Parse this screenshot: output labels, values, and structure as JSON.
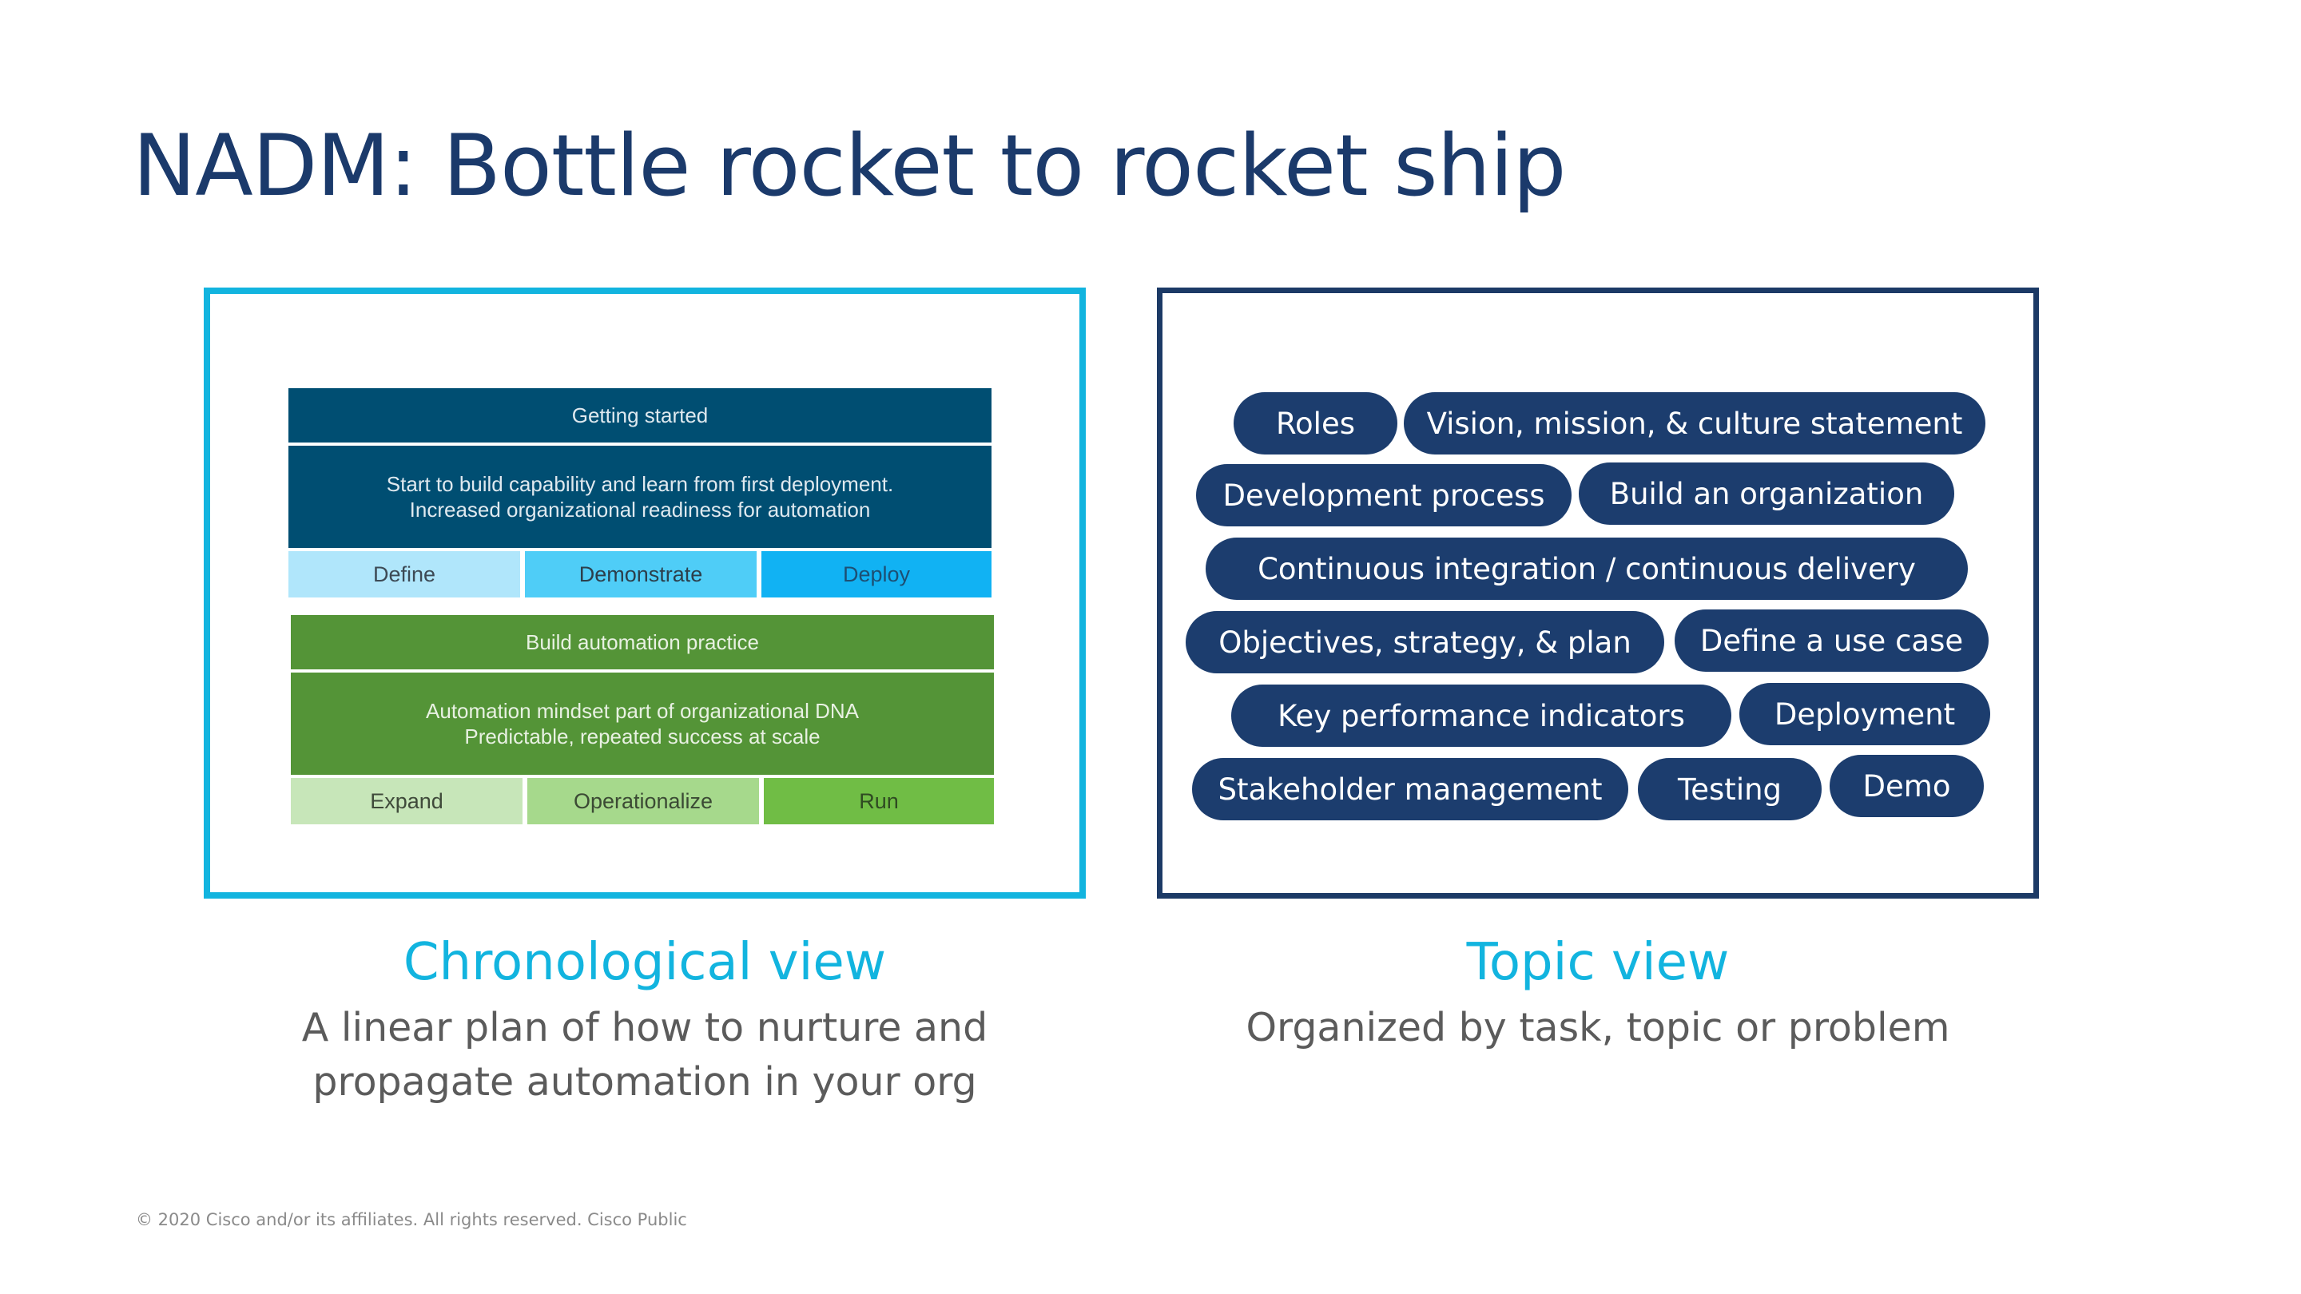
{
  "slide": {
    "title": "NADM: Bottle rocket to rocket ship",
    "footer": "© 2020  Cisco and/or its affiliates. All rights reserved.   Cisco Public"
  },
  "chronological": {
    "phase1": {
      "header": "Getting started",
      "desc_lines": [
        "Start to build capability and learn from first deployment.",
        "Increased organizational readiness for automation"
      ],
      "steps": [
        "Define",
        "Demonstrate",
        "Deploy"
      ]
    },
    "phase2": {
      "header": "Build automation practice",
      "desc_lines": [
        "Automation mindset part of organizational DNA",
        "Predictable, repeated success at scale"
      ],
      "steps": [
        "Expand",
        "Operationalize",
        "Run"
      ]
    },
    "caption": {
      "heading": "Chronological view",
      "lines": [
        "A linear plan of how to nurture and",
        "propagate automation in your org"
      ]
    }
  },
  "topic": {
    "pills": [
      "Roles",
      "Vision, mission, & culture statement",
      "Development process",
      "Build an organization",
      "Continuous integration / continuous delivery",
      "Objectives, strategy, & plan",
      "Define a use case",
      "Key performance indicators",
      "Deployment",
      "Stakeholder management",
      "Testing",
      "Demo"
    ],
    "caption": {
      "heading": "Topic view",
      "lines": [
        "Organized by task, topic or problem"
      ]
    }
  },
  "colors": {
    "title": "#1b3a6b",
    "accent_cyan": "#12b4df",
    "navy": "#1c3d6e",
    "phase1_dark": "#004e72",
    "step_define": "#b0e6fb",
    "step_demonstrate": "#4fcdf7",
    "step_deploy": "#11b2f3",
    "phase2_dark": "#549437",
    "step_expand": "#c7e6b9",
    "step_operationalize": "#a6d98c",
    "step_run": "#70bd45"
  }
}
